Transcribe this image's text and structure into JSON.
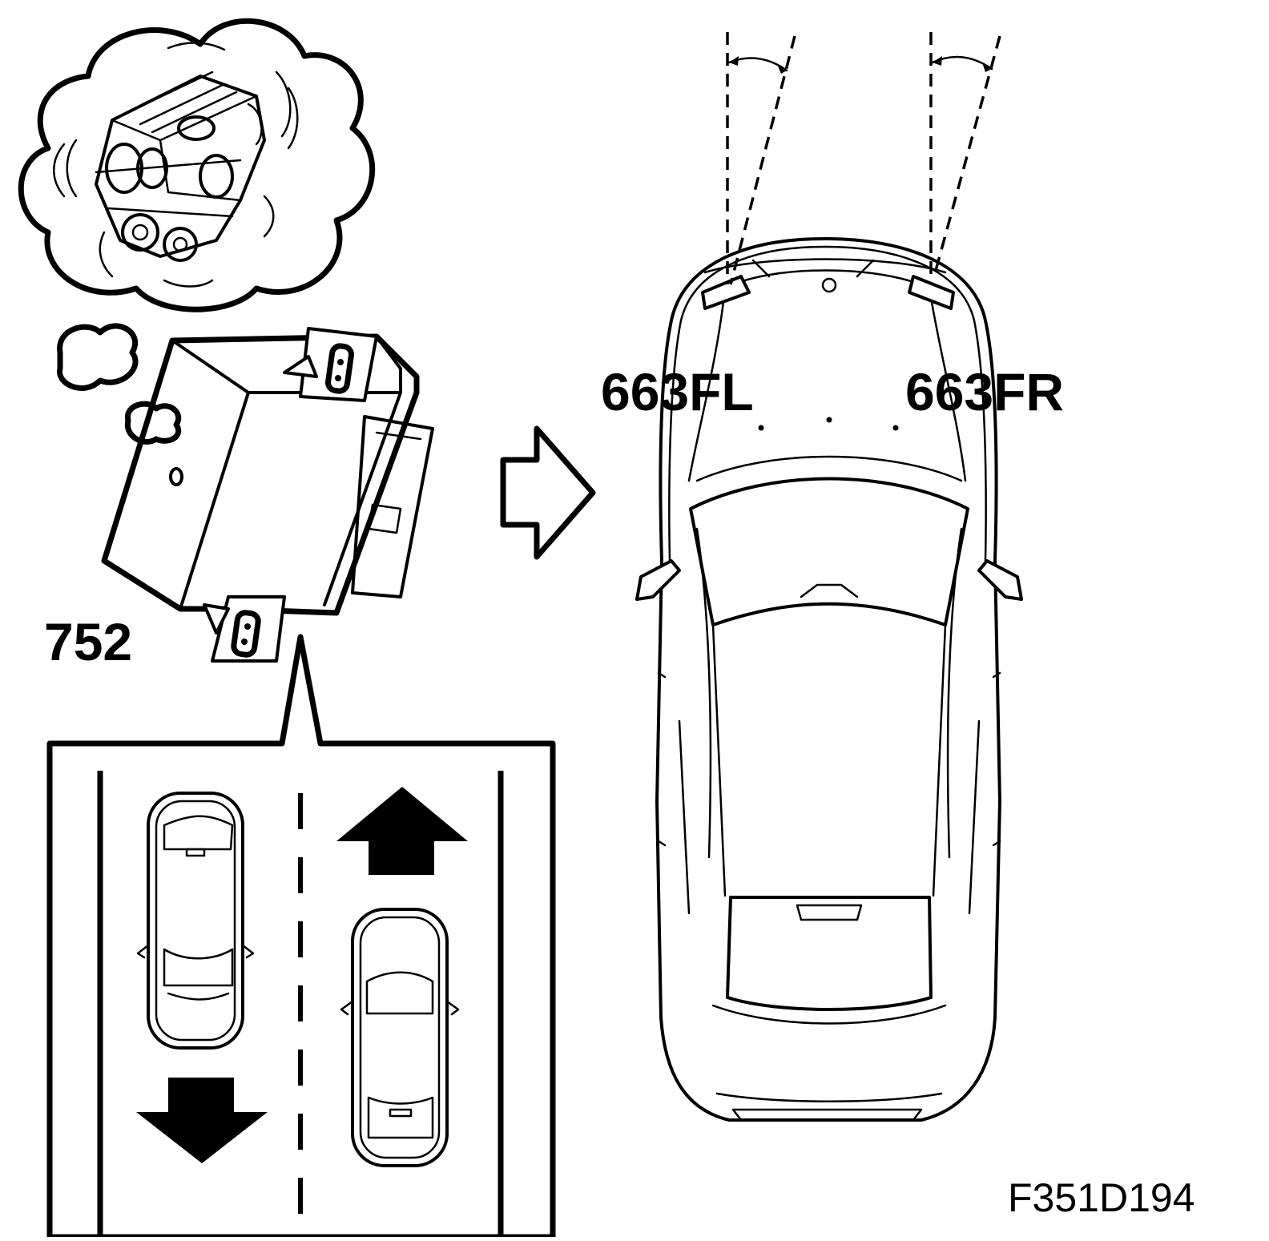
{
  "labels": {
    "control_module": "752",
    "sensor_front_left": "663FL",
    "sensor_front_right": "663FR",
    "figure_id": "F351D194"
  },
  "colors": {
    "ink": "#000000",
    "paper": "#ffffff"
  },
  "icons": {
    "engine_thought": "engine-icon",
    "module": "control-module-icon",
    "transfer_arrow": "outline-arrow-right-icon",
    "lane_arrow_up": "arrow-up-icon",
    "lane_arrow_down": "arrow-down-icon",
    "car_top": "car-top-view-icon"
  }
}
